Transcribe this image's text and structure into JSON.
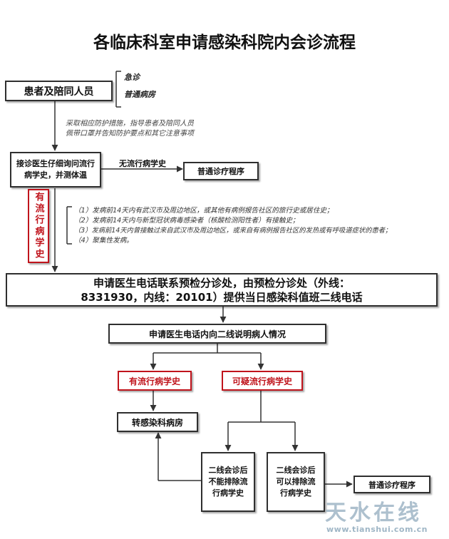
{
  "title": "各临床科室申请感染科院内会诊流程",
  "patient_box": "患者及陪同人员",
  "triage": [
    "急诊",
    "普通病房"
  ],
  "protection_note": [
    "采取相应防护措施，指导患者及陪同人员",
    "佩带口罩并告知防护要点和其它注意事项"
  ],
  "inquiry_box": "接诊医生仔细询问流行病学史，并测体温",
  "no_history_label": "无流行病学史",
  "normal_procedure_1": "普通诊疗程序",
  "has_history_vertical": "有流行病学史",
  "conditions": [
    "（1）发病前14天内有武汉市及周边地区，或其他有病例报告社区的旅行史或居住史；",
    "（2）发病前14天内与新型冠状病毒感染者（核酸检测阳性者）有接触史；",
    "（3）发病前14天内曾接触过来自武汉市及周边地区，或来自有病例报告社区的发热或有呼吸道症状的患者；",
    "（4）聚集性发病。"
  ],
  "apply_box": [
    "申请医生电话联系预检分诊处，由预检分诊处（外线：",
    "8331930，内线：20101）提供当日感染科值班二线电话"
  ],
  "explain_box": "申请医生电话内向二线说明病人情况",
  "has_history_box": "有流行病学史",
  "suspect_box": "可疑流行病学史",
  "transfer_box": "转感染科病房",
  "cannot_exclude_box": "二线会诊后不能排除流行病学史",
  "can_exclude_box": "二线会诊后可以排除流行病学史",
  "normal_procedure_2": "普通诊疗程序",
  "watermark": [
    "天水在线",
    "www.tianshui.com.cn"
  ]
}
